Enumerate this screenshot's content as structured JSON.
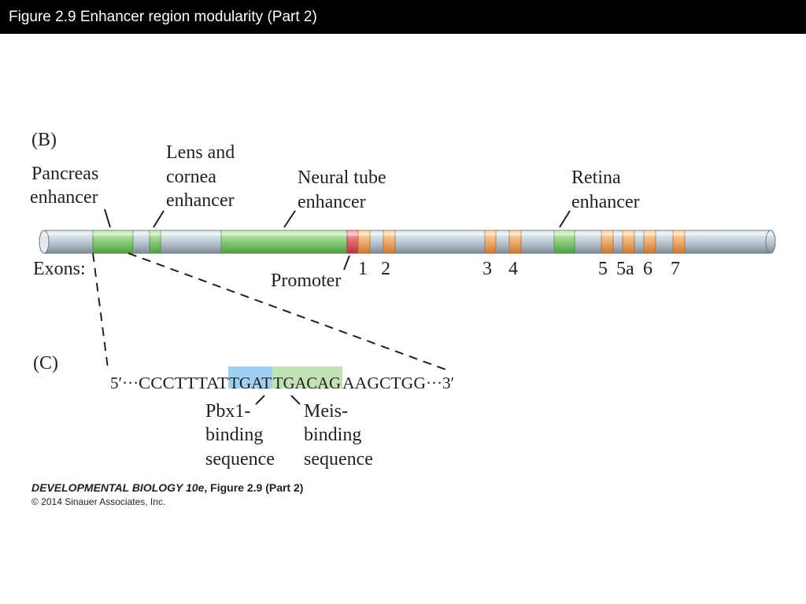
{
  "header": {
    "title": "Figure 2.9  Enhancer region modularity (Part 2)"
  },
  "panel_b": {
    "label": "(B)",
    "enhancers": {
      "pancreas": [
        "Pancreas",
        "enhancer"
      ],
      "lens": [
        "Lens and",
        "cornea",
        "enhancer"
      ],
      "neural": [
        "Neural tube",
        "enhancer"
      ],
      "retina": [
        "Retina",
        "enhancer"
      ]
    },
    "exons_label": "Exons:",
    "promoter_label": "Promoter",
    "exon_numbers": [
      "1",
      "2",
      "3",
      "4",
      "5",
      "5a",
      "6",
      "7"
    ]
  },
  "panel_c": {
    "label": "(C)",
    "five_prime": "5′···",
    "seq_before": "CCCTTTAT",
    "seq_pbx": "TGAT",
    "seq_meis": "TGACAG",
    "seq_after": "AAGCTGG",
    "three_prime": "···3′",
    "pbx_label": [
      "Pbx1-",
      "binding",
      "sequence"
    ],
    "meis_label": [
      "Meis-",
      "binding",
      "sequence"
    ]
  },
  "colors": {
    "gene_body": "#c5d0d9",
    "enhancer": "#8fd17d",
    "exon": "#f2b273",
    "promoter": "#e96b73",
    "pbx_highlight": "#9fd0f1",
    "meis_highlight": "#c2e3b5"
  },
  "credit": {
    "book": "DEVELOPMENTAL BIOLOGY 10e",
    "figure": ", Figure 2.9 (Part 2)",
    "copyright": "© 2014 Sinauer Associates, Inc."
  }
}
